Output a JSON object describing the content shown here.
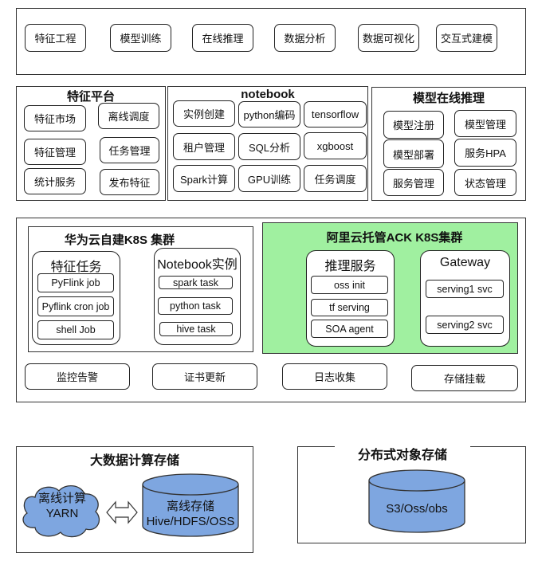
{
  "top": {
    "items": [
      "特征工程",
      "模型训练",
      "在线推理",
      "数据分析",
      "数据可视化",
      "交互式建模"
    ]
  },
  "feature_platform": {
    "title": "特征平台",
    "items": [
      "特征市场",
      "离线调度",
      "特征管理",
      "任务管理",
      "统计服务",
      "发布特征"
    ]
  },
  "notebook": {
    "title": "notebook",
    "items": [
      "实例创建",
      "python编码",
      "tensorflow",
      "租户管理",
      "SQL分析",
      "xgboost",
      "Spark计算",
      "GPU训练",
      "任务调度"
    ]
  },
  "model_inference": {
    "title": "模型在线推理",
    "items": [
      "模型注册",
      "模型管理",
      "模型部署",
      "服务HPA",
      "服务管理",
      "状态管理"
    ]
  },
  "huawei": {
    "title": "华为云自建K8S 集群",
    "feature_task": {
      "title": "特征任务",
      "items": [
        "PyFlink job",
        "Pyflink cron job",
        "shell Job"
      ]
    },
    "notebook_instance": {
      "title": "Notebook实例",
      "items": [
        "spark task",
        "python task",
        "hive task"
      ]
    }
  },
  "ali": {
    "title": "阿里云托管ACK K8S集群",
    "fill": "#a0f0a0",
    "inference": {
      "title": "推理服务",
      "items": [
        "oss init",
        "tf serving",
        "SOA agent"
      ]
    },
    "gateway": {
      "title": "Gateway",
      "items": [
        "serving1 svc",
        "serving2 svc"
      ]
    }
  },
  "infra": {
    "items": [
      "监控告警",
      "证书更新",
      "日志收集",
      "存储挂载"
    ]
  },
  "bigdata": {
    "title": "大数据计算存储",
    "compute": [
      "离线计算",
      "YARN"
    ],
    "storage": [
      "离线存储",
      "Hive/HDFS/OSS"
    ]
  },
  "object_storage": {
    "title": "分布式对象存储",
    "label": "S3/Oss/obs"
  },
  "colors": {
    "cylinder": "#7ea6e0",
    "green": "#a0f0a0"
  }
}
